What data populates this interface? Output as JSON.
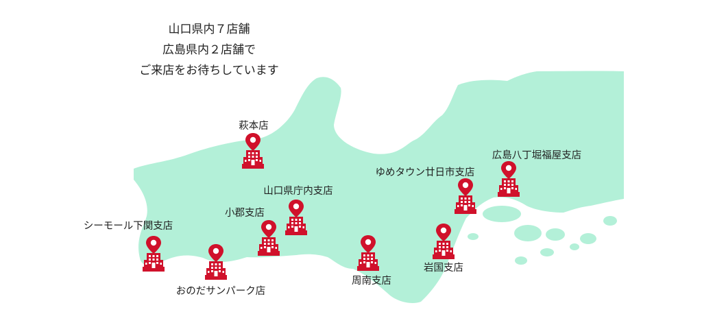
{
  "headline": {
    "line1": "山口県内７店舗",
    "line2": "広島県内２店舗で",
    "line3": "ご来店をお待ちしています"
  },
  "colors": {
    "land": "#b3f0d8",
    "marker": "#d0112b"
  },
  "icons": {
    "store_marker": "map-pin-building-icon"
  },
  "stores": [
    {
      "name": "萩本店"
    },
    {
      "name": "広島八丁堀福屋支店"
    },
    {
      "name": "ゆめタウン廿日市支店"
    },
    {
      "name": "山口県庁内支店"
    },
    {
      "name": "小郡支店"
    },
    {
      "name": "シーモール下関支店"
    },
    {
      "name": "おのだサンパーク店"
    },
    {
      "name": "周南支店"
    },
    {
      "name": "岩国支店"
    }
  ]
}
